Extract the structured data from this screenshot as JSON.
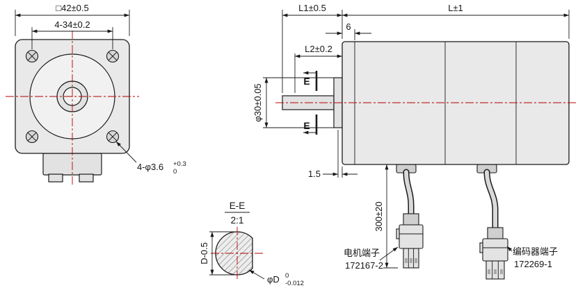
{
  "colors": {
    "line": "#1a1a1a",
    "centerline": "#b40000",
    "body_fill": "#e9e9e9"
  },
  "front_view": {
    "dim_flange": "□42±0.5",
    "dim_hole_spacing": "4-34±0.2",
    "hole_callout": "4-φ3.6",
    "hole_tol_upper": "+0.3",
    "hole_tol_lower": "0"
  },
  "side_view": {
    "dim_l1": "L1±0.5",
    "dim_l": "L±1",
    "dim_flange_thickness": "6",
    "dim_l2": "L2±0.2",
    "dim_boss_dia": "φ30±0.05",
    "section_mark": "E",
    "dim_step": "1.5",
    "dim_cable_length": "300±20"
  },
  "connectors": {
    "motor_label": "电机端子",
    "motor_part": "172167-2",
    "encoder_label": "编码器端子",
    "encoder_part": "172269-1"
  },
  "section_view": {
    "title": "E-E",
    "scale": "2:1",
    "dim_flat": "D-0.5",
    "dim_dia": "φD",
    "dia_tol_upper": "0",
    "dia_tol_lower": "-0.012"
  }
}
